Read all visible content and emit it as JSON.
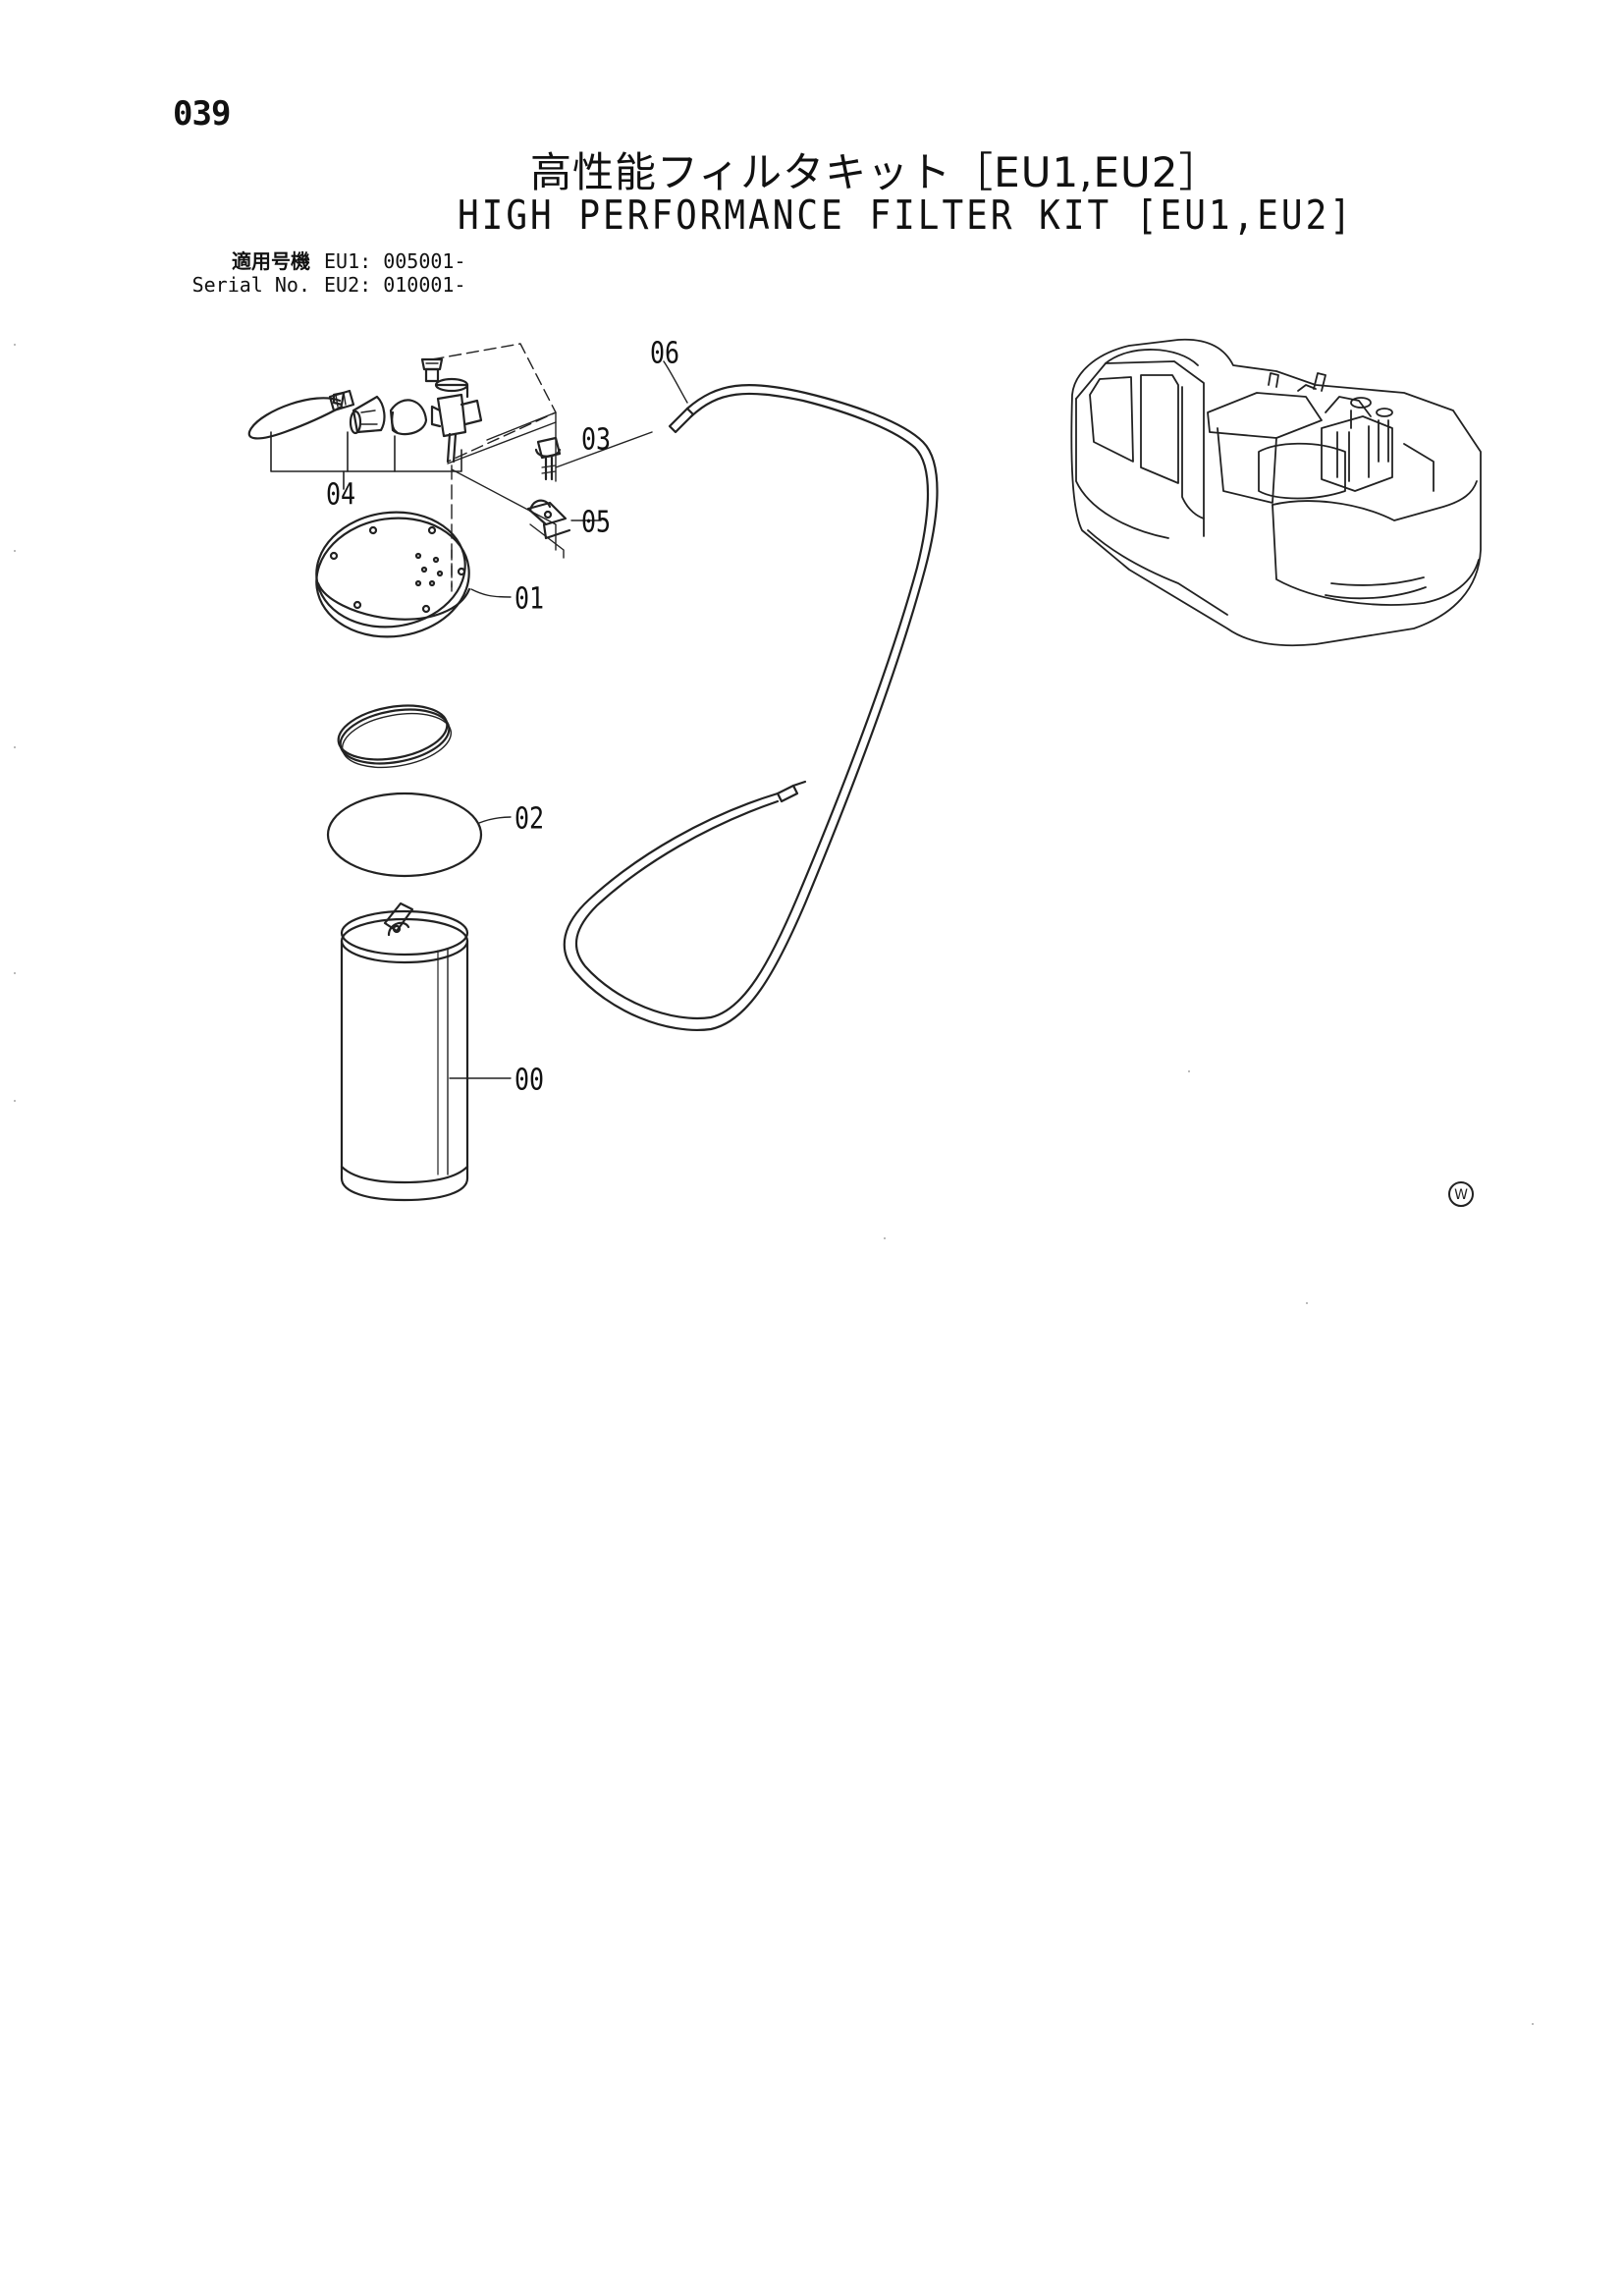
{
  "page_number": "039",
  "title_ja": "高性能フィルタキット［EU1,EU2］",
  "title_en": "HIGH PERFORMANCE FILTER KIT [EU1,EU2]",
  "serial": {
    "label_ja": "適用号機",
    "label_en": "Serial No.",
    "eu1": "EU1: 005001-",
    "eu2": "EU2: 010001-"
  },
  "callouts": {
    "p00": "00",
    "p01": "01",
    "p02": "02",
    "p03": "03",
    "p04": "04",
    "p05": "05",
    "p06": "06"
  },
  "mark": "W"
}
